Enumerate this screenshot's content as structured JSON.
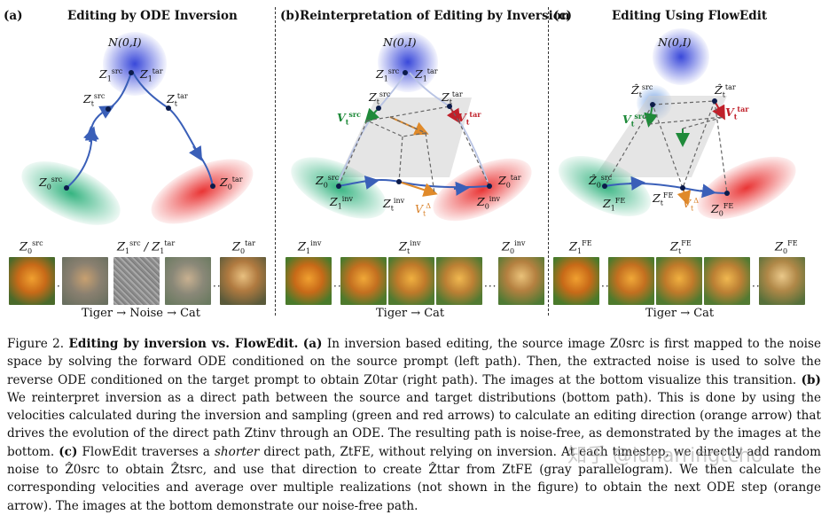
{
  "panels": [
    {
      "id": "a",
      "label": "(a)",
      "title": "Editing by ODE Inversion",
      "noise_label": "N(0,I)",
      "strip_caption": "Tiger → Noise → Cat",
      "strip_labels": [
        "Z0src",
        "Z1src / Z1tar",
        "Z0tar"
      ]
    },
    {
      "id": "b",
      "label": "(b)",
      "title": "Reinterpretation of Editing by Inversion",
      "noise_label": "N(0,I)",
      "strip_caption": "Tiger → Cat",
      "strip_labels": [
        "Z1inv",
        "Ztinv",
        "Z0inv"
      ]
    },
    {
      "id": "c",
      "label": "(c)",
      "title": "Editing Using FlowEdit",
      "noise_label": "N(0,I)",
      "strip_caption": "Tiger → Cat",
      "strip_labels": [
        "Z1FE",
        "ZtFE",
        "Z0FE"
      ]
    }
  ],
  "caption": {
    "fig_label": "Figure 2.",
    "bold_title": "Editing by inversion vs. FlowEdit.",
    "text_a1": "(a)",
    "text_a2": "In inversion based editing, the source image Z0src is first mapped to the noise space by solving the forward ODE conditioned on the source prompt (left path). Then, the extracted noise is used to solve the reverse ODE conditioned on the target prompt to obtain Z0tar (right path). The images at the bottom visualize this transition.",
    "text_b1": "(b)",
    "text_b2": "We reinterpret inversion as a direct path between the source and target distributions (bottom path). This is done by using the velocities calculated during the inversion and sampling (green and red arrows) to calculate an editing direction (orange arrow) that drives the evolution of the direct path Ztinv through an ODE. The resulting path is noise-free, as demonstrated by the images at the bottom.",
    "text_c1": "(c)",
    "text_c2a": "FlowEdit traverses a",
    "text_c2b": "shorter",
    "text_c2c": "direct path, ZtFE, without relying on inversion. At each timestep, we directly add random noise to Ẑ0src to obtain Ẑtsrc, and use that direction to create Ẑttar from ZtFE (gray parallelogram). We then calculate the corresponding velocities and average over multiple realizations (not shown in the figure) to obtain the next ODE step (orange arrow). The images at the bottom demonstrate our noise-free path."
  },
  "watermark": "知乎 @lunarringtcho",
  "colors": {
    "green_arrow": "#1f8a3a",
    "red_arrow": "#c0202a",
    "orange_arrow": "#e08a2a",
    "path_blue": "#3a5fb8",
    "noise_blue": "#3a48d6"
  }
}
